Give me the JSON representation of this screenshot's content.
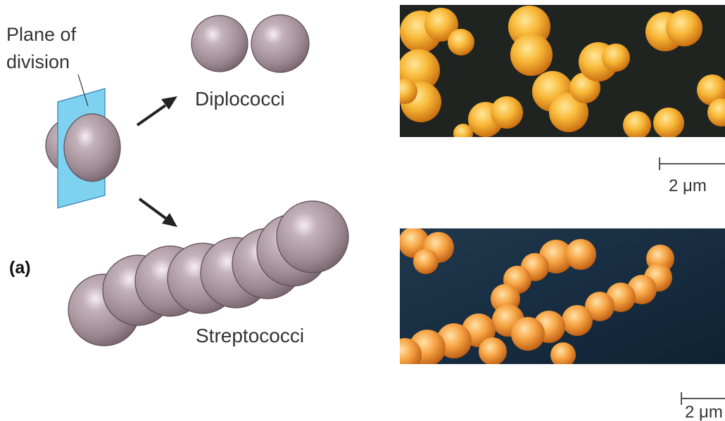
{
  "panel_label": "(a)",
  "labels": {
    "plane_line1": "Plane of",
    "plane_line2": "division",
    "diplococci": "Diplococci",
    "streptococci": "Streptococci"
  },
  "scale_bars": [
    {
      "label": "2 μm"
    },
    {
      "label": "2 μm"
    }
  ],
  "colors": {
    "cell_fill": "#a8949c",
    "cell_stroke": "#5e4d55",
    "plane_fill": "#7fd1f0",
    "plane_stroke": "#2b7fb6",
    "micrograph_top_bg": "#1f2421",
    "micrograph_bottom_bg": "#1a3347",
    "micrograph_cell": "#f0a020"
  }
}
